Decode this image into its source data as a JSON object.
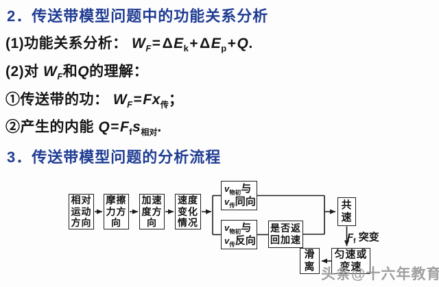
{
  "headings": {
    "h2": "2．传送带模型问题中的功能关系分析",
    "h3": "3．传送带模型问题的分析流程"
  },
  "lines": {
    "l1": {
      "prefix": "(1)功能关系分析：",
      "w": "W",
      "w_sub": "F",
      "eq": "=",
      "delta1": "Δ",
      "e1": "E",
      "e1_sub": "k",
      "plus1": "+",
      "delta2": "Δ",
      "e2": "E",
      "e2_sub": "p",
      "plus2": "+",
      "q": "Q",
      "end": "."
    },
    "l2": {
      "prefix": "(2)对",
      "w": "W",
      "w_sub": "F",
      "and": "和",
      "q": "Q",
      "suffix": "的理解："
    },
    "l3": {
      "prefix": "①传送带的功：",
      "w": "W",
      "w_sub": "F",
      "eq": "=",
      "fx": "Fx",
      "fx_sub": "传",
      "end": "；"
    },
    "l4": {
      "prefix": "②产生的内能",
      "q": "Q",
      "eq": "=",
      "f": "F",
      "f_sub": "f",
      "s": "s",
      "s_sub": "相对",
      "end": "."
    }
  },
  "flow": {
    "box_relative": [
      "相对",
      "运动",
      "方向"
    ],
    "box_friction": [
      "摩擦",
      "力方",
      "向"
    ],
    "box_accel": [
      "加速",
      "度方",
      "向"
    ],
    "box_velocity": [
      "速度",
      "变化",
      "情况"
    ],
    "box_same": {
      "v": "v",
      "v_sub": "物初",
      "conj": "与",
      "v2": "v",
      "v2_sub": "传",
      "dir": "同向"
    },
    "box_opp": {
      "v": "v",
      "v_sub": "物初",
      "conj": "与",
      "v2": "v",
      "v2_sub": "传",
      "dir": "反向"
    },
    "box_return": [
      "是否返",
      "回加速"
    ],
    "box_common": [
      "共",
      "速"
    ],
    "ff_label": {
      "f": "F",
      "f_sub": "f",
      "text": "突变"
    },
    "box_uniform": [
      "匀速或",
      "变速"
    ],
    "box_slip": [
      "滑",
      "离"
    ]
  },
  "watermark": "头条@十六年教育",
  "colors": {
    "heading_blue": "#1f3c92",
    "text_black": "#141414",
    "box_border": "#1a1a1a",
    "watermark_gray": "#9b9b9b"
  }
}
